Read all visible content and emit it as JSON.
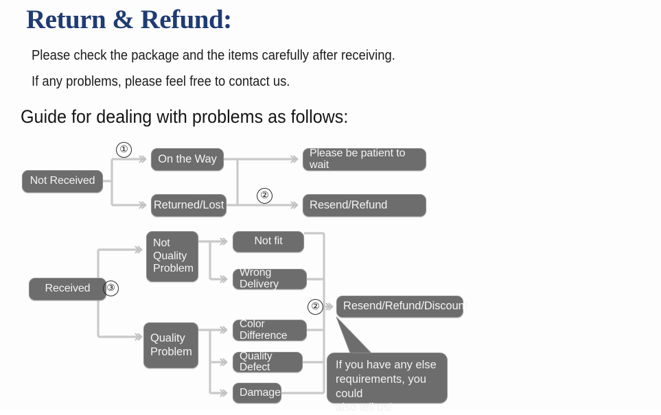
{
  "document": {
    "title": "Return & Refund:",
    "title_color": "#1f3b73",
    "lead_line_1": "Please check the package and the items carefully after receiving.",
    "lead_line_2": "If any problems, please feel free to contact us.",
    "guide_heading": "Guide for dealing with problems as follows:"
  },
  "theme": {
    "node_fill": "#6d6d6d",
    "node_border": "#8b8b8b",
    "node_text": "#f4f4f4",
    "connector": "#c3c3c3",
    "page_background": "#fdfdfd"
  },
  "flowchart": {
    "branch_not_received": {
      "root": "Not Received",
      "marker_1": "①",
      "marker_2": "②",
      "states": [
        "On the Way",
        "Returned/Lost"
      ],
      "outcomes": [
        "Please be patient to wait",
        "Resend/Refund"
      ]
    },
    "branch_received": {
      "root": "Received",
      "marker_3": "③",
      "marker_2": "②",
      "categories": [
        "Not\nQuality\nProblem",
        "Quality\nProblem"
      ],
      "not_quality_reasons": [
        "Not fit",
        "Wrong Delivery"
      ],
      "quality_reasons": [
        "Color Difference",
        "Quality Defect",
        "Damage"
      ],
      "outcome": "Resend/Refund/Discount"
    },
    "callout": "If you have any else\nrequirements, you could\nalso tell us!"
  }
}
